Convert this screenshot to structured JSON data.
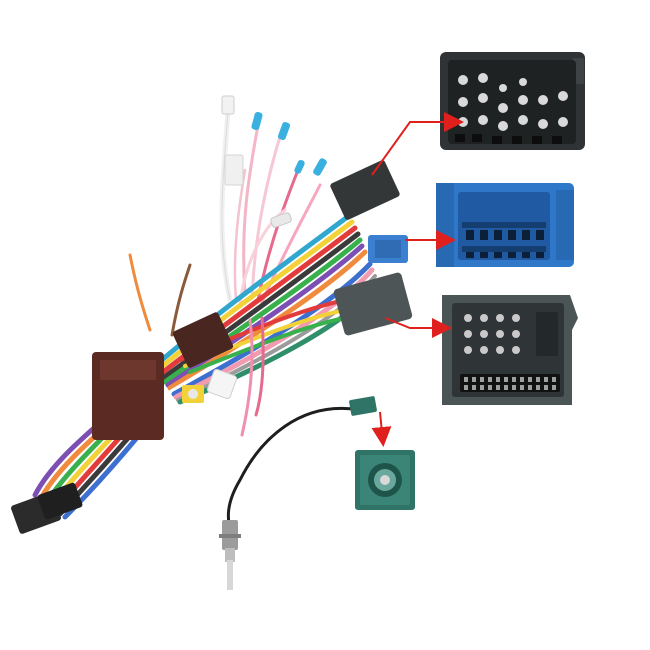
{
  "product": {
    "type": "car radio wiring harness with connector adapters",
    "colors": {
      "background": "#ffffff",
      "arrow": "#e0201c",
      "black_connector": "#2f3336",
      "blue_connector": "#2f78c9",
      "gray_connector": "#4c5556",
      "green_connector": "#2f7467",
      "harness_box": "#5b2a22"
    }
  },
  "connectors": [
    {
      "name": "black-quadlock-connector",
      "color": "black"
    },
    {
      "name": "blue-quadlock-connector",
      "color": "blue"
    },
    {
      "name": "gray-quadlock-connector",
      "color": "gray"
    },
    {
      "name": "green-fakra-antenna-connector",
      "color": "green"
    }
  ],
  "callout_arrows": 4
}
